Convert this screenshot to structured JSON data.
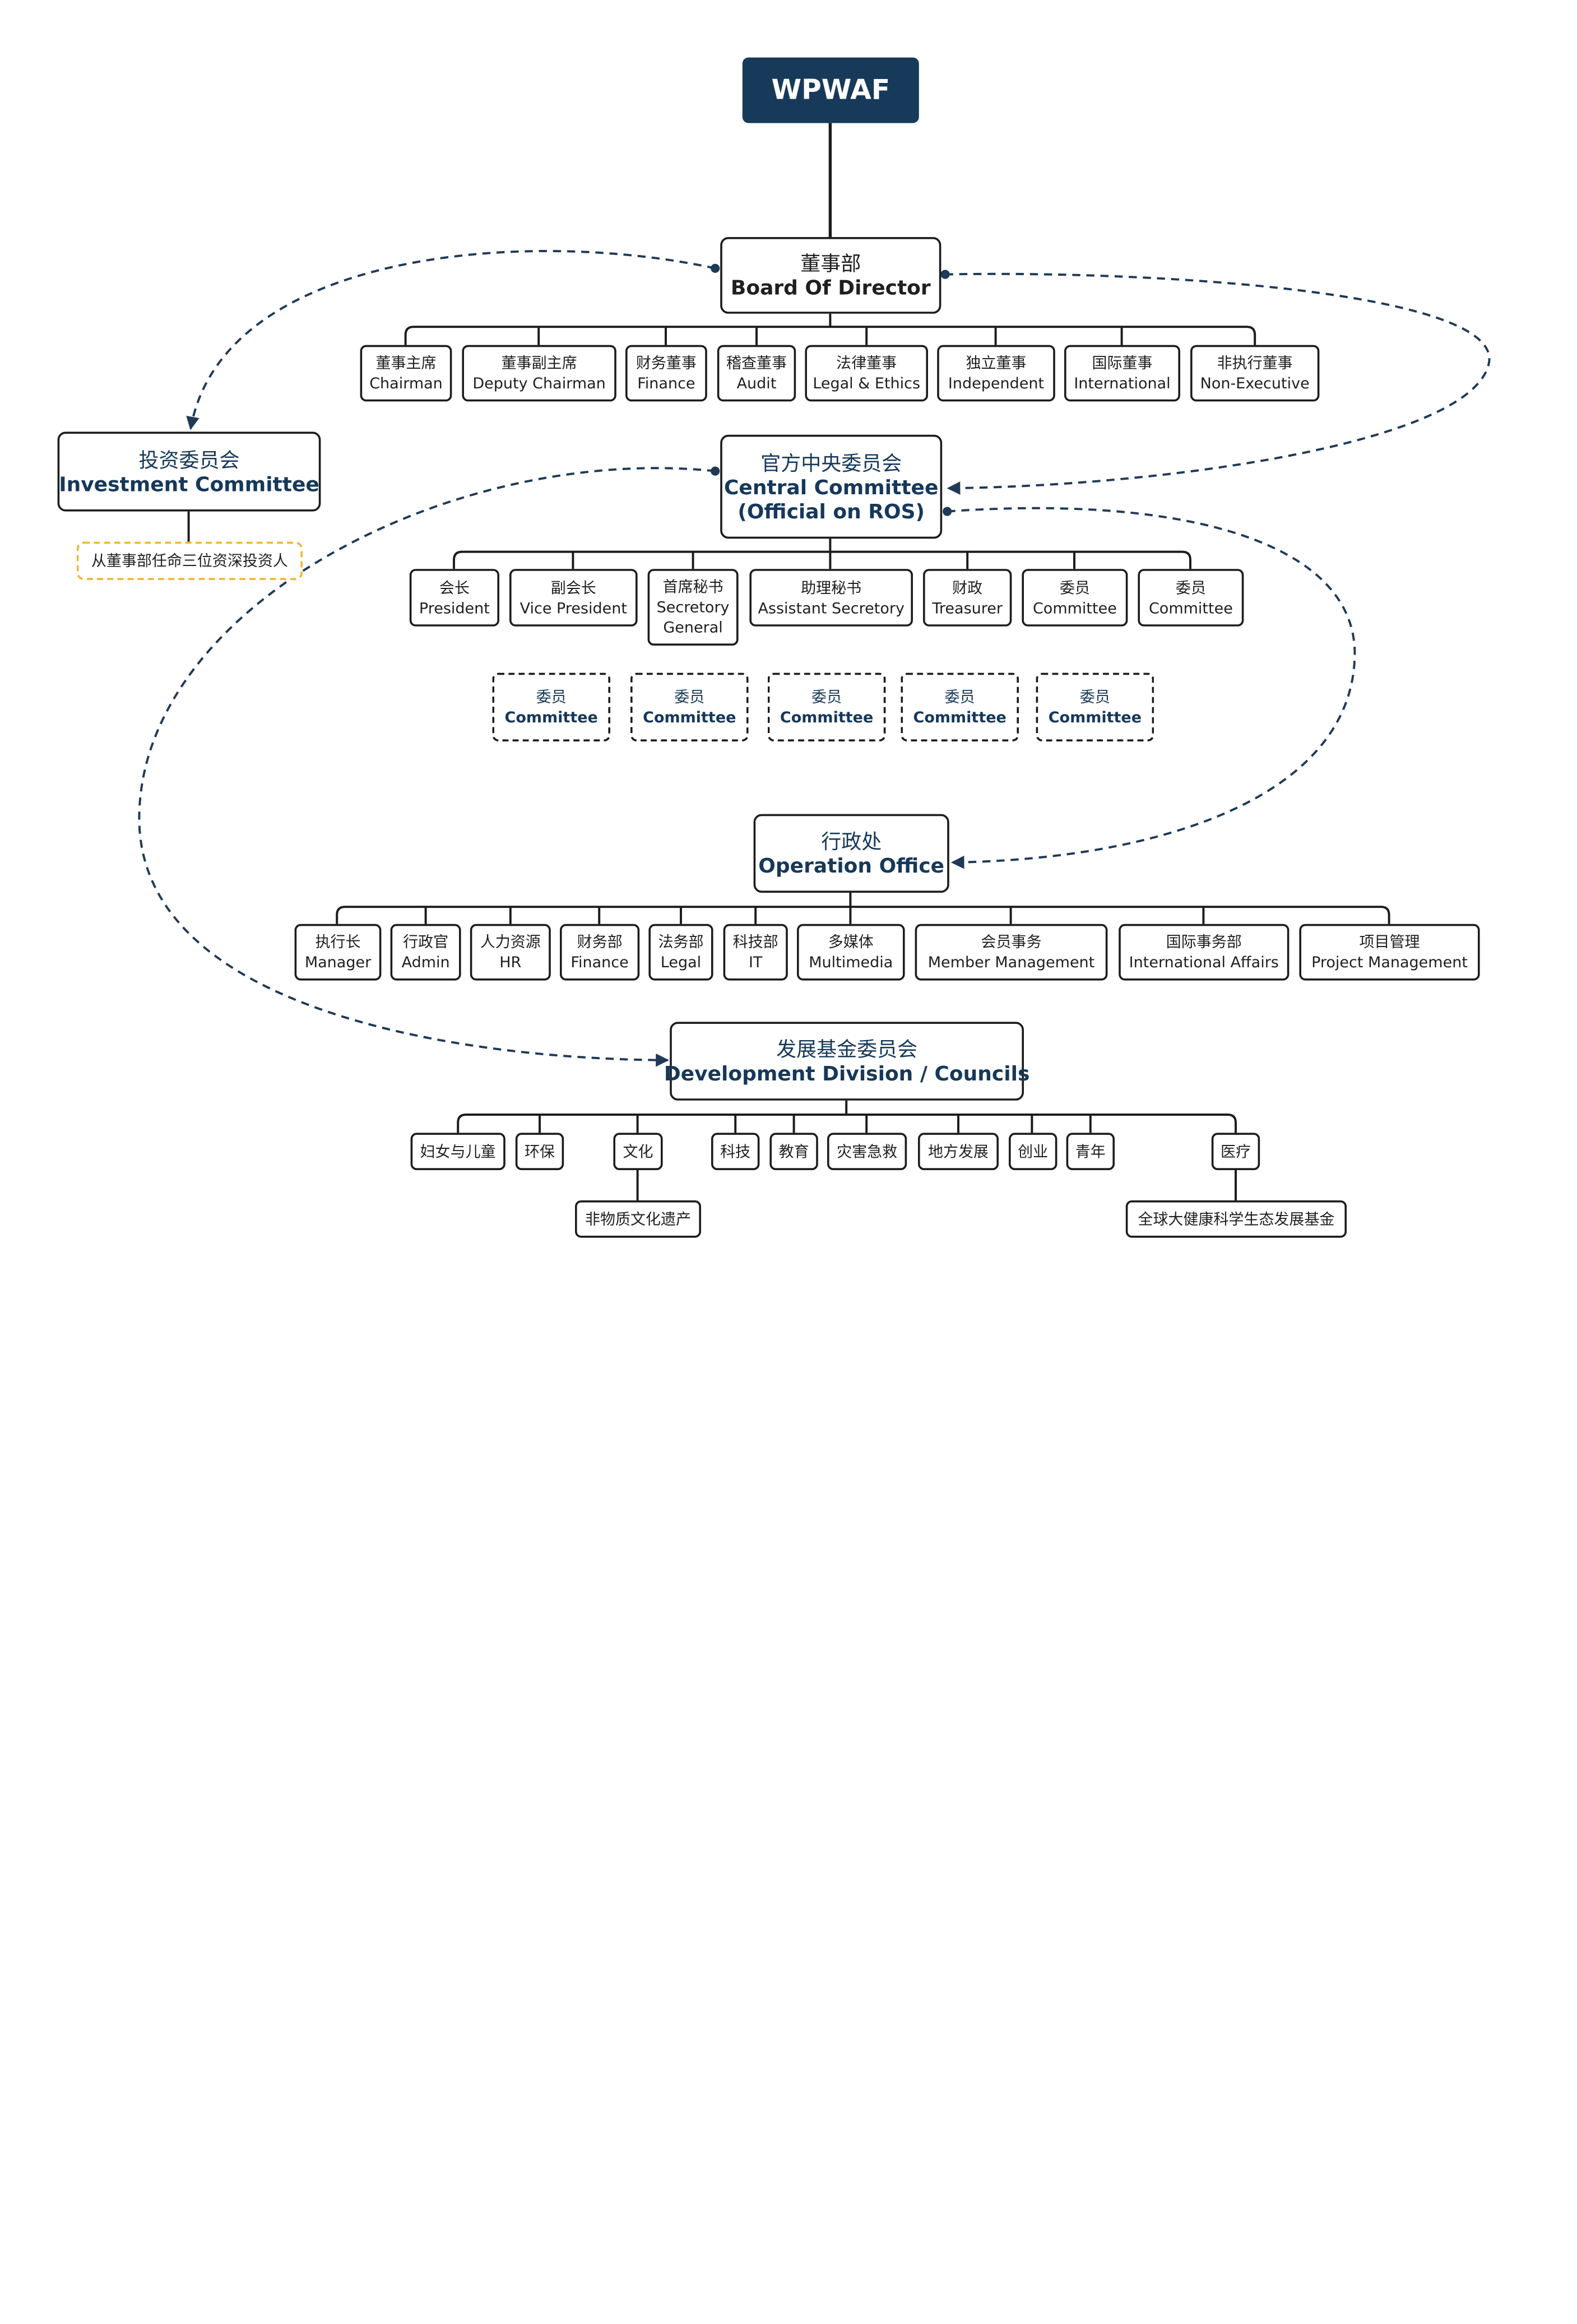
{
  "root": {
    "label": "WPWAF"
  },
  "board": {
    "cn": "董事部",
    "en": "Board Of Director",
    "members": [
      {
        "cn": "董事主席",
        "en": "Chairman"
      },
      {
        "cn": "董事副主席",
        "en": "Deputy Chairman"
      },
      {
        "cn": "财务董事",
        "en": "Finance"
      },
      {
        "cn": "稽查董事",
        "en": "Audit"
      },
      {
        "cn": "法律董事",
        "en": "Legal & Ethics"
      },
      {
        "cn": "独立董事",
        "en": "Independent"
      },
      {
        "cn": "国际董事",
        "en": "International"
      },
      {
        "cn": "非执行董事",
        "en": "Non-Executive"
      }
    ]
  },
  "investment": {
    "cn": "投资委员会",
    "en": "Investment Committee",
    "note": "从董事部任命三位资深投资人"
  },
  "central": {
    "cn": "官方中央委员会",
    "en1": "Central Committee",
    "en2": "(Official on ROS)",
    "members": [
      {
        "cn": "会长",
        "en": "President"
      },
      {
        "cn": "副会长",
        "en": "Vice President"
      },
      {
        "cn": "首席秘书",
        "en": "Secretory",
        "en2": "General"
      },
      {
        "cn": "助理秘书",
        "en": "Assistant Secretory"
      },
      {
        "cn": "财政",
        "en": "Treasurer"
      },
      {
        "cn": "委员",
        "en": "Committee"
      },
      {
        "cn": "委员",
        "en": "Committee"
      }
    ],
    "extra_members": [
      {
        "cn": "委员",
        "en": "Committee"
      },
      {
        "cn": "委员",
        "en": "Committee"
      },
      {
        "cn": "委员",
        "en": "Committee"
      },
      {
        "cn": "委员",
        "en": "Committee"
      },
      {
        "cn": "委员",
        "en": "Committee"
      }
    ]
  },
  "operation": {
    "cn": "行政处",
    "en": "Operation Office",
    "members": [
      {
        "cn": "执行长",
        "en": "Manager"
      },
      {
        "cn": "行政官",
        "en": "Admin"
      },
      {
        "cn": "人力资源",
        "en": "HR"
      },
      {
        "cn": "财务部",
        "en": "Finance"
      },
      {
        "cn": "法务部",
        "en": "Legal"
      },
      {
        "cn": "科技部",
        "en": "IT"
      },
      {
        "cn": "多媒体",
        "en": "Multimedia"
      },
      {
        "cn": "会员事务",
        "en": "Member Management"
      },
      {
        "cn": "国际事务部",
        "en": "International Affairs"
      },
      {
        "cn": "项目管理",
        "en": "Project Management"
      }
    ]
  },
  "development": {
    "cn": "发展基金委员会",
    "en": "Development Division / Councils",
    "members": [
      {
        "cn": "妇女与儿童"
      },
      {
        "cn": "环保"
      },
      {
        "cn": "文化"
      },
      {
        "cn": "科技"
      },
      {
        "cn": "教育"
      },
      {
        "cn": "灾害急救"
      },
      {
        "cn": "地方发展"
      },
      {
        "cn": "创业"
      },
      {
        "cn": "青年"
      },
      {
        "cn": "医疗"
      }
    ],
    "culture_sub": "非物质文化遗产",
    "medical_sub": "全球大健康科学生态发展基金"
  },
  "colors": {
    "navy": "#183a5a",
    "text_blue": "#16385a",
    "gold": "#f2b632",
    "line": "#1c1c1c",
    "dash_line": "#1f3a57"
  }
}
